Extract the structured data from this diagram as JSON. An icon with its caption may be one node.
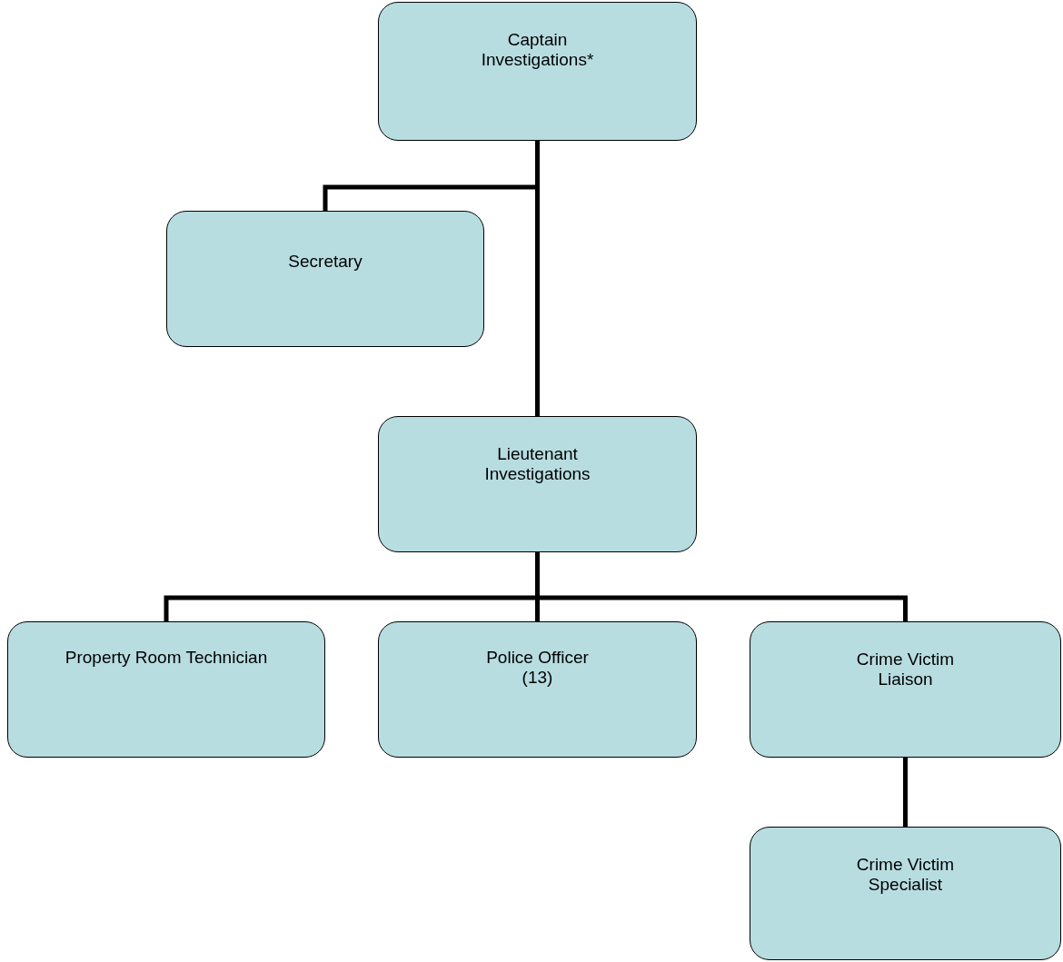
{
  "diagram": {
    "nodes": [
      {
        "text": [
          "Captain Investigations*"
        ]
      },
      {
        "text": [
          "Secretary"
        ]
      },
      {
        "text": [
          "Lieutenant Investigations"
        ]
      },
      {
        "text": [
          "Property Room Technician"
        ]
      },
      {
        "text": [
          "Police Officer (13)"
        ]
      },
      {
        "text": [
          "Crime Victim Liaison"
        ]
      },
      {
        "text": [
          "Crime Victim Specialist"
        ]
      }
    ],
    "edges": [
      {
        "from": 0,
        "to": 1,
        "arrow": "none"
      },
      {
        "from": 0,
        "to": 2,
        "arrow": "none"
      },
      {
        "from": 2,
        "to": 3,
        "arrow": "none"
      },
      {
        "from": 2,
        "to": 4,
        "arrow": "none"
      },
      {
        "from": 2,
        "to": 5,
        "arrow": "none"
      },
      {
        "from": 5,
        "to": 6,
        "arrow": "none"
      }
    ]
  }
}
